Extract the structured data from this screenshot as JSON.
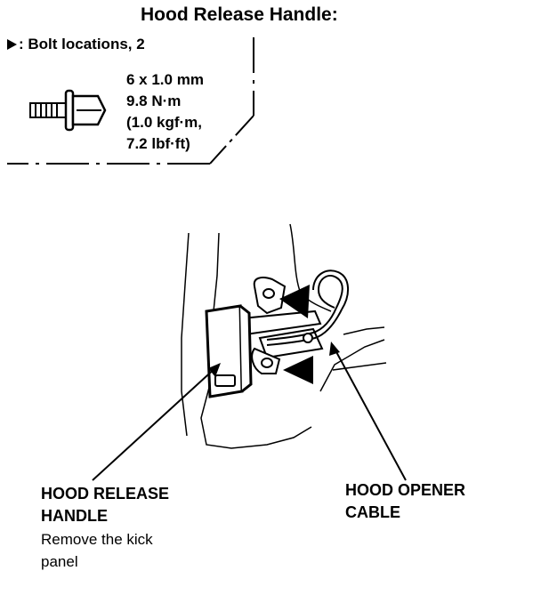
{
  "title": "Hood Release Handle:",
  "legend": {
    "symbol": "triangle-marker-icon",
    "text": ": Bolt locations, 2"
  },
  "bolt_spec": {
    "size": "6 x 1.0 mm",
    "torque_nm": "9.8 N·m",
    "torque_kgfm": "(1.0 kgf·m,",
    "torque_lbfft": "7.2 lbf·ft)"
  },
  "callouts": {
    "handle_label_1": "HOOD RELEASE",
    "handle_label_2": "HANDLE",
    "handle_note_1": "Remove the kick",
    "handle_note_2": "panel",
    "cable_label_1": "HOOD OPENER",
    "cable_label_2": "CABLE"
  }
}
